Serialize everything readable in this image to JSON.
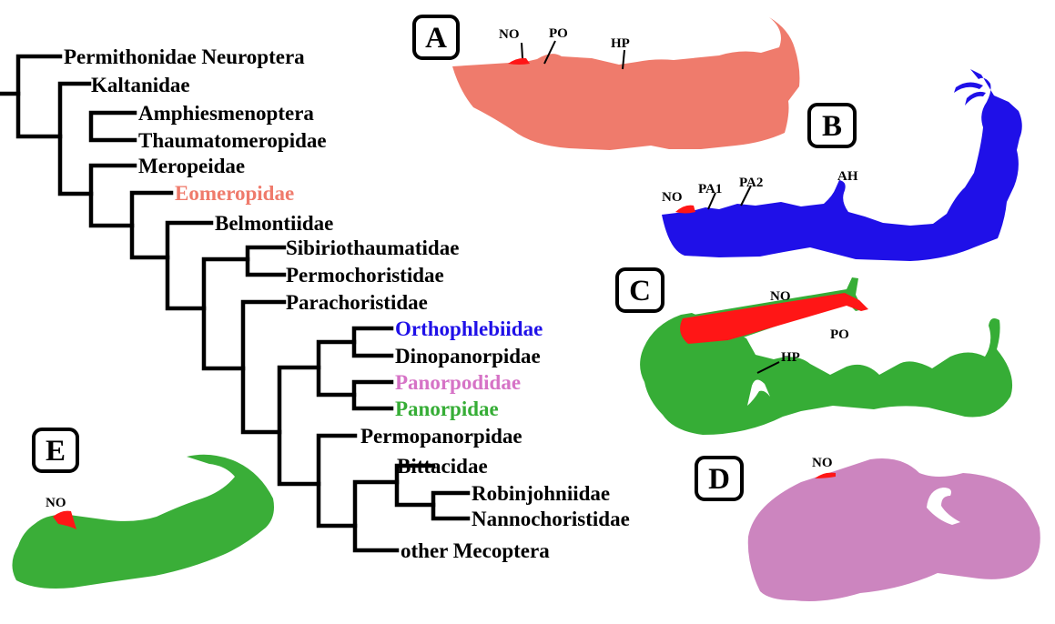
{
  "colors": {
    "eomeropidae": "#ef7b6c",
    "orthophlebiidae": "#1f10e8",
    "panorpodidae": "#d673c6",
    "panorpidae": "#36ad36",
    "notal_organ": "#ff1616",
    "panel_d_body": "#cc85bf",
    "panel_e_body": "#3aae38",
    "default_text": "#000000"
  },
  "tree": {
    "taxa": [
      "Permithonidae Neuroptera",
      "Kaltanidae",
      "Amphiesmenoptera",
      "Thaumatomeropidae",
      "Meropeidae",
      "Eomeropidae",
      "Belmontiidae",
      "Sibiriothaumatidae",
      "Permochoristidae",
      "Parachoristidae",
      "Orthophlebiidae",
      "Dinopanorpidae",
      "Panorpodidae",
      "Panorpidae",
      "Permopanorpidae",
      "Bittacidae",
      "Robinjohniidae",
      "Nannochoristidae",
      "other Mecoptera"
    ],
    "highlighted": {
      "Eomeropidae": "eomeropidae",
      "Orthophlebiidae": "orthophlebiidae",
      "Panorpodidae": "panorpodidae",
      "Panorpidae": "panorpidae"
    }
  },
  "panels": {
    "A": {
      "letter": "A",
      "labels": [
        "NO",
        "PO",
        "HP"
      ]
    },
    "B": {
      "letter": "B",
      "labels": [
        "NO",
        "PA1",
        "PA2",
        "AH"
      ]
    },
    "C": {
      "letter": "C",
      "labels": [
        "NO",
        "PO",
        "HP"
      ]
    },
    "D": {
      "letter": "D",
      "labels": [
        "NO"
      ]
    },
    "E": {
      "letter": "E",
      "labels": [
        "NO"
      ]
    }
  }
}
